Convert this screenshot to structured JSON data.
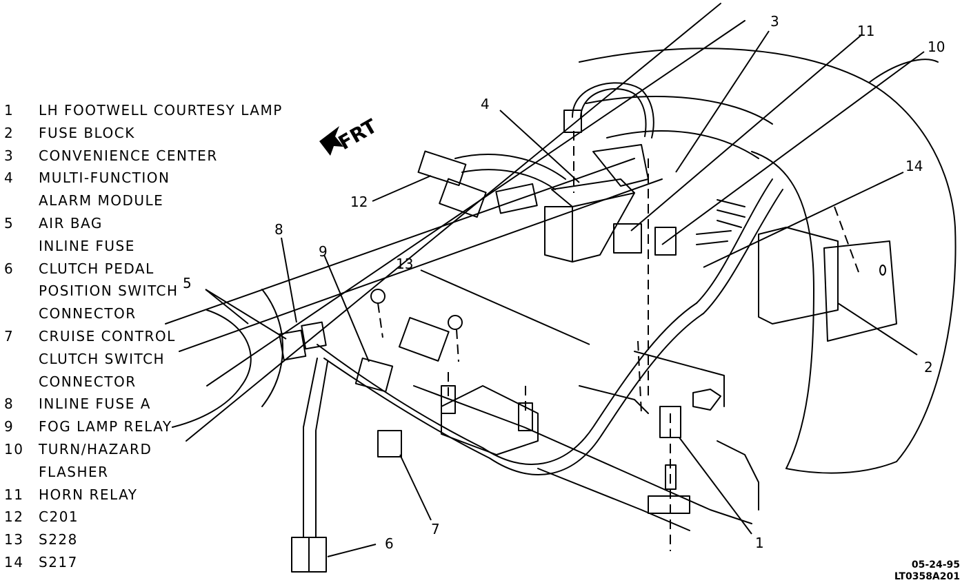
{
  "legend": {
    "items": [
      {
        "num": "1",
        "lines": [
          "LH FOOTWELL COURTESY LAMP"
        ]
      },
      {
        "num": "2",
        "lines": [
          "FUSE BLOCK"
        ]
      },
      {
        "num": "3",
        "lines": [
          "CONVENIENCE CENTER"
        ]
      },
      {
        "num": "4",
        "lines": [
          "MULTI-FUNCTION",
          "ALARM MODULE"
        ]
      },
      {
        "num": "5",
        "lines": [
          "AIR BAG",
          "INLINE FUSE"
        ]
      },
      {
        "num": "6",
        "lines": [
          "CLUTCH PEDAL",
          "POSITION SWITCH",
          "CONNECTOR"
        ]
      },
      {
        "num": "7",
        "lines": [
          "CRUISE CONTROL",
          "CLUTCH SWITCH",
          "CONNECTOR"
        ]
      },
      {
        "num": "8",
        "lines": [
          "INLINE FUSE A"
        ]
      },
      {
        "num": "9",
        "lines": [
          "FOG LAMP RELAY"
        ]
      },
      {
        "num": "10",
        "lines": [
          "TURN/HAZARD",
          "FLASHER"
        ]
      },
      {
        "num": "11",
        "lines": [
          "HORN RELAY"
        ]
      },
      {
        "num": "12",
        "lines": [
          "C201"
        ]
      },
      {
        "num": "13",
        "lines": [
          "S228"
        ]
      },
      {
        "num": "14",
        "lines": [
          "S217"
        ]
      }
    ]
  },
  "direction": {
    "label": "FRT"
  },
  "callouts": [
    "1",
    "2",
    "3",
    "4",
    "5",
    "6",
    "7",
    "8",
    "9",
    "10",
    "11",
    "12",
    "13",
    "14"
  ],
  "stamp": {
    "date": "05-24-95",
    "code": "LT0358A201"
  }
}
